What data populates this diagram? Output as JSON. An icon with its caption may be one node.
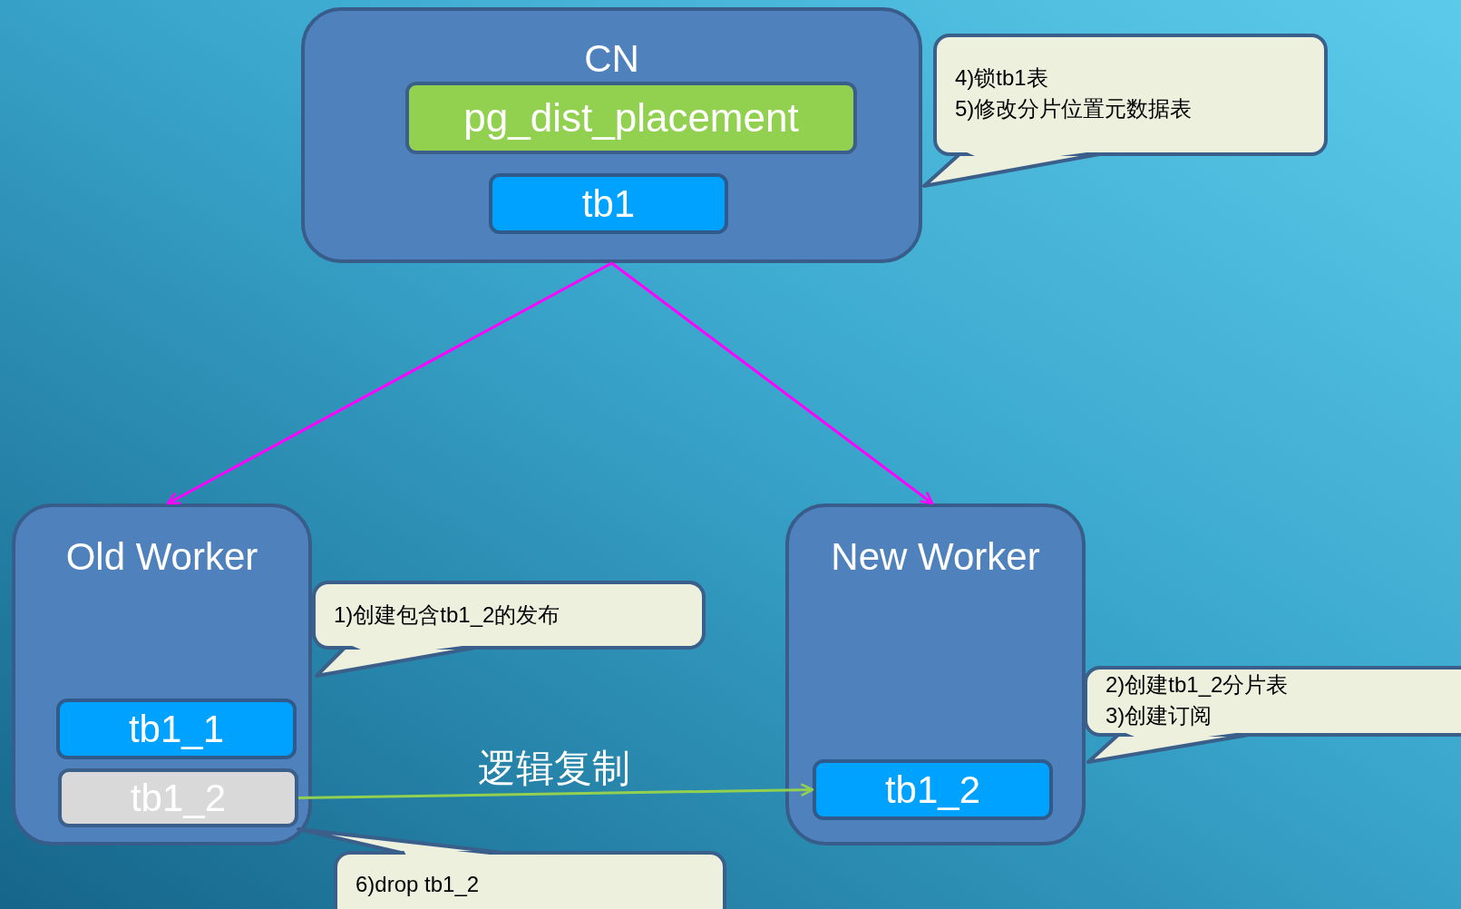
{
  "diagram": {
    "nodes": [
      {
        "text": [
          "CN"
        ]
      },
      {
        "text": [
          "pg_dist_placement"
        ],
        "in": 0
      },
      {
        "text": [
          "tb1"
        ],
        "in": 0
      },
      {
        "text": [
          "4)锁tb1表",
          "5)修改分片位置元数据表"
        ]
      },
      {
        "text": [
          "Old Worker"
        ]
      },
      {
        "text": [
          "1)创建包含tb1_2的发布"
        ]
      },
      {
        "text": [
          "tb1_1"
        ],
        "in": 4
      },
      {
        "text": [
          "tb1_2"
        ],
        "in": 4
      },
      {
        "text": [
          "New Worker"
        ]
      },
      {
        "text": [
          "2)创建tb1_2分片表",
          "3)创建订阅"
        ]
      },
      {
        "text": [
          "tb1_2"
        ],
        "in": 8
      },
      {
        "text": [
          "6)drop tb1_2"
        ]
      }
    ],
    "edges": [
      {
        "from": 0,
        "to": 4,
        "arrow": "to",
        "color": "#ff00ff"
      },
      {
        "from": 0,
        "to": 8,
        "arrow": "to",
        "color": "#ff00ff"
      },
      {
        "from": 7,
        "to": 10,
        "arrow": "to",
        "label": "逻辑复制",
        "color": "#92d050"
      }
    ]
  }
}
